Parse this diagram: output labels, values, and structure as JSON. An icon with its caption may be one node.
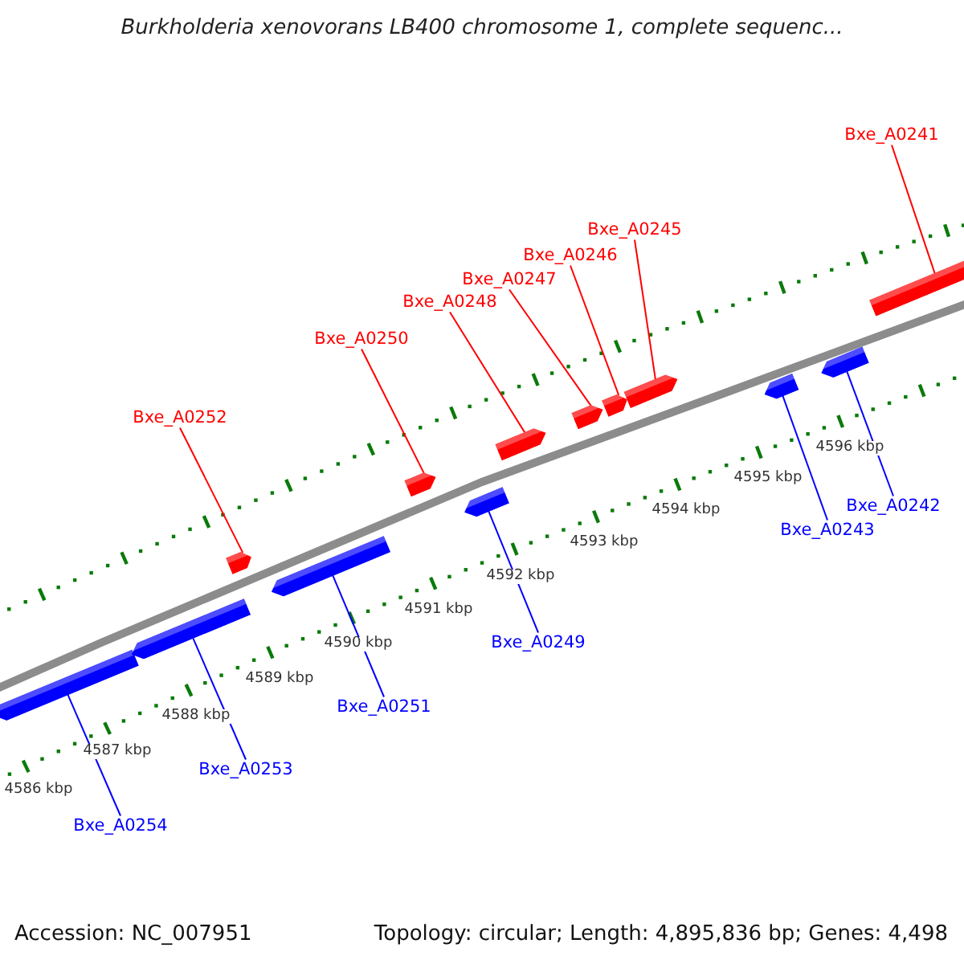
{
  "diagram": {
    "title": "Burkholderia xenovorans LB400 chromosome 1, complete sequenc...",
    "nodes": [
      {
        "text": [
          "Bxe_A0241"
        ]
      },
      {
        "text": [
          "Bxe_A0245"
        ]
      },
      {
        "text": [
          "Bxe_A0246"
        ]
      },
      {
        "text": [
          "Bxe_A0247"
        ]
      },
      {
        "text": [
          "Bxe_A0248"
        ]
      },
      {
        "text": [
          "Bxe_A0250"
        ]
      },
      {
        "text": [
          "Bxe_A0252"
        ]
      },
      {
        "text": [
          "Bxe_A0242"
        ]
      },
      {
        "text": [
          "Bxe_A0243"
        ]
      },
      {
        "text": [
          "Bxe_A0249"
        ]
      },
      {
        "text": [
          "Bxe_A0251"
        ]
      },
      {
        "text": [
          "Bxe_A0253"
        ]
      },
      {
        "text": [
          "Bxe_A0254"
        ]
      },
      {
        "text": [],
        "shape": "bar"
      },
      {
        "text": [],
        "shape": "bar"
      },
      {
        "text": [],
        "shape": "bar"
      },
      {
        "text": [],
        "shape": "bar"
      },
      {
        "text": [],
        "shape": "bar"
      },
      {
        "text": [],
        "shape": "bar"
      },
      {
        "text": [],
        "shape": "bar"
      },
      {
        "text": [],
        "shape": "bar"
      },
      {
        "text": [],
        "shape": "bar"
      },
      {
        "text": [],
        "shape": "bar"
      },
      {
        "text": [],
        "shape": "bar"
      },
      {
        "text": [],
        "shape": "bar"
      },
      {
        "text": [],
        "shape": "bar"
      }
    ],
    "edges": [
      {
        "from": 0,
        "to": 25,
        "arrow": "none",
        "color": "#ff0000"
      },
      {
        "from": 1,
        "to": 22,
        "arrow": "none",
        "color": "#ff0000"
      },
      {
        "from": 2,
        "to": 21,
        "arrow": "none",
        "color": "#ff0000"
      },
      {
        "from": 3,
        "to": 20,
        "arrow": "none",
        "color": "#ff0000"
      },
      {
        "from": 4,
        "to": 19,
        "arrow": "none",
        "color": "#ff0000"
      },
      {
        "from": 5,
        "to": 17,
        "arrow": "none",
        "color": "#ff0000"
      },
      {
        "from": 6,
        "to": 15,
        "arrow": "none",
        "color": "#ff0000"
      },
      {
        "from": 7,
        "to": 24,
        "arrow": "none",
        "color": "#0000ff"
      },
      {
        "from": 8,
        "to": 23,
        "arrow": "none",
        "color": "#0000ff"
      },
      {
        "from": 9,
        "to": 18,
        "arrow": "none",
        "color": "#0000ff"
      },
      {
        "from": 10,
        "to": 16,
        "arrow": "none",
        "color": "#0000ff"
      },
      {
        "from": 11,
        "to": 14,
        "arrow": "none",
        "color": "#0000ff"
      },
      {
        "from": 12,
        "to": 13,
        "arrow": "none",
        "color": "#0000ff"
      }
    ],
    "labels": [
      "4586 kbp",
      "4587 kbp",
      "4588 kbp",
      "4589 kbp",
      "4590 kbp",
      "4591 kbp",
      "4592 kbp",
      "4593 kbp",
      "4594 kbp",
      "4595 kbp",
      "4596 kbp",
      "Accession: NC_007951",
      "Topology: circular; Length: 4,895,836 bp; Genes: 4,498"
    ]
  }
}
